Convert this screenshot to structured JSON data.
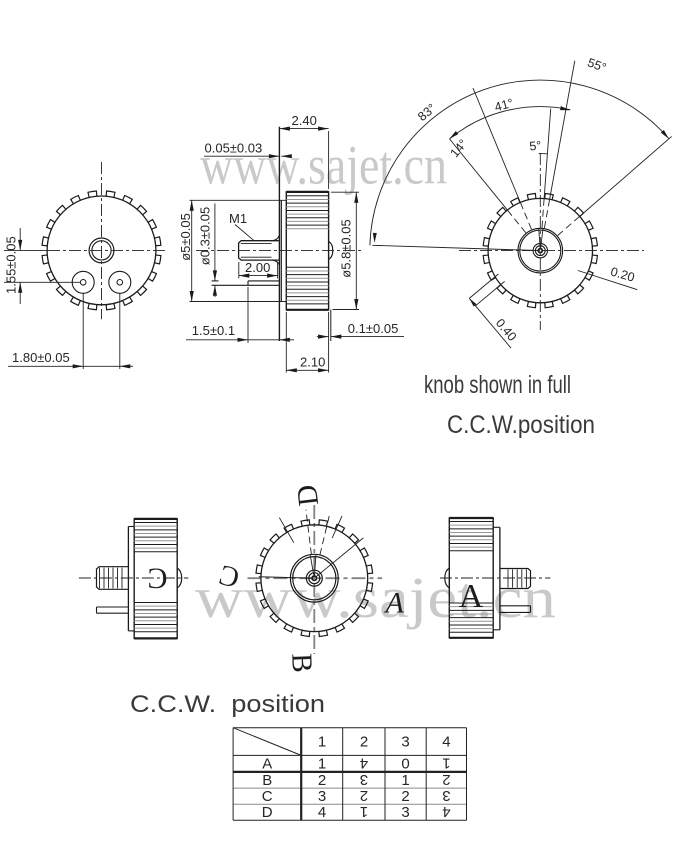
{
  "drawing": {
    "watermark": "www.sajet.cn",
    "notes": {
      "shown_line1": "knob shown in full",
      "shown_line2": "C.C.W.position",
      "ccw_caption": "C.C.W.  position"
    },
    "front_view": {
      "dim_pin_offset": "1.55±0.05",
      "dim_pin_spacing": "1.80±0.05"
    },
    "section_view": {
      "dim_face_gap": "0.05±0.03",
      "dim_total_width": "2.40",
      "dim_skirt_dia": "ø5±0.05",
      "dim_pin_dia": "ø0.3±0.05",
      "thread_label": "M1",
      "dim_shaft_len": "2.00",
      "dim_knurl_dia": "ø5.8±0.05",
      "dim_pin_len": "1.5±0.1",
      "dim_face_step": "0.1±0.05",
      "dim_knurl_width": "2.10"
    },
    "angle_view": {
      "a83": "83°",
      "a14": "14°",
      "a41": "41°",
      "a5": "5°",
      "a55": "55°",
      "dim_tooth_depth": "0.20",
      "dim_tooth_width": "0.40"
    },
    "position_letters": {
      "top": "D",
      "right": "A",
      "bottom": "B",
      "left": "C",
      "side_left": "C",
      "side_right": "A"
    },
    "table": {
      "col_headers": [
        "1",
        "2",
        "3",
        "4"
      ],
      "rows": [
        {
          "label": "A",
          "cells": [
            "1",
            "4",
            "0",
            "1"
          ]
        },
        {
          "label": "B",
          "cells": [
            "2",
            "3",
            "1",
            "2"
          ]
        },
        {
          "label": "C",
          "cells": [
            "3",
            "2",
            "2",
            "3"
          ]
        },
        {
          "label": "D",
          "cells": [
            "4",
            "1",
            "3",
            "4"
          ]
        }
      ]
    }
  }
}
